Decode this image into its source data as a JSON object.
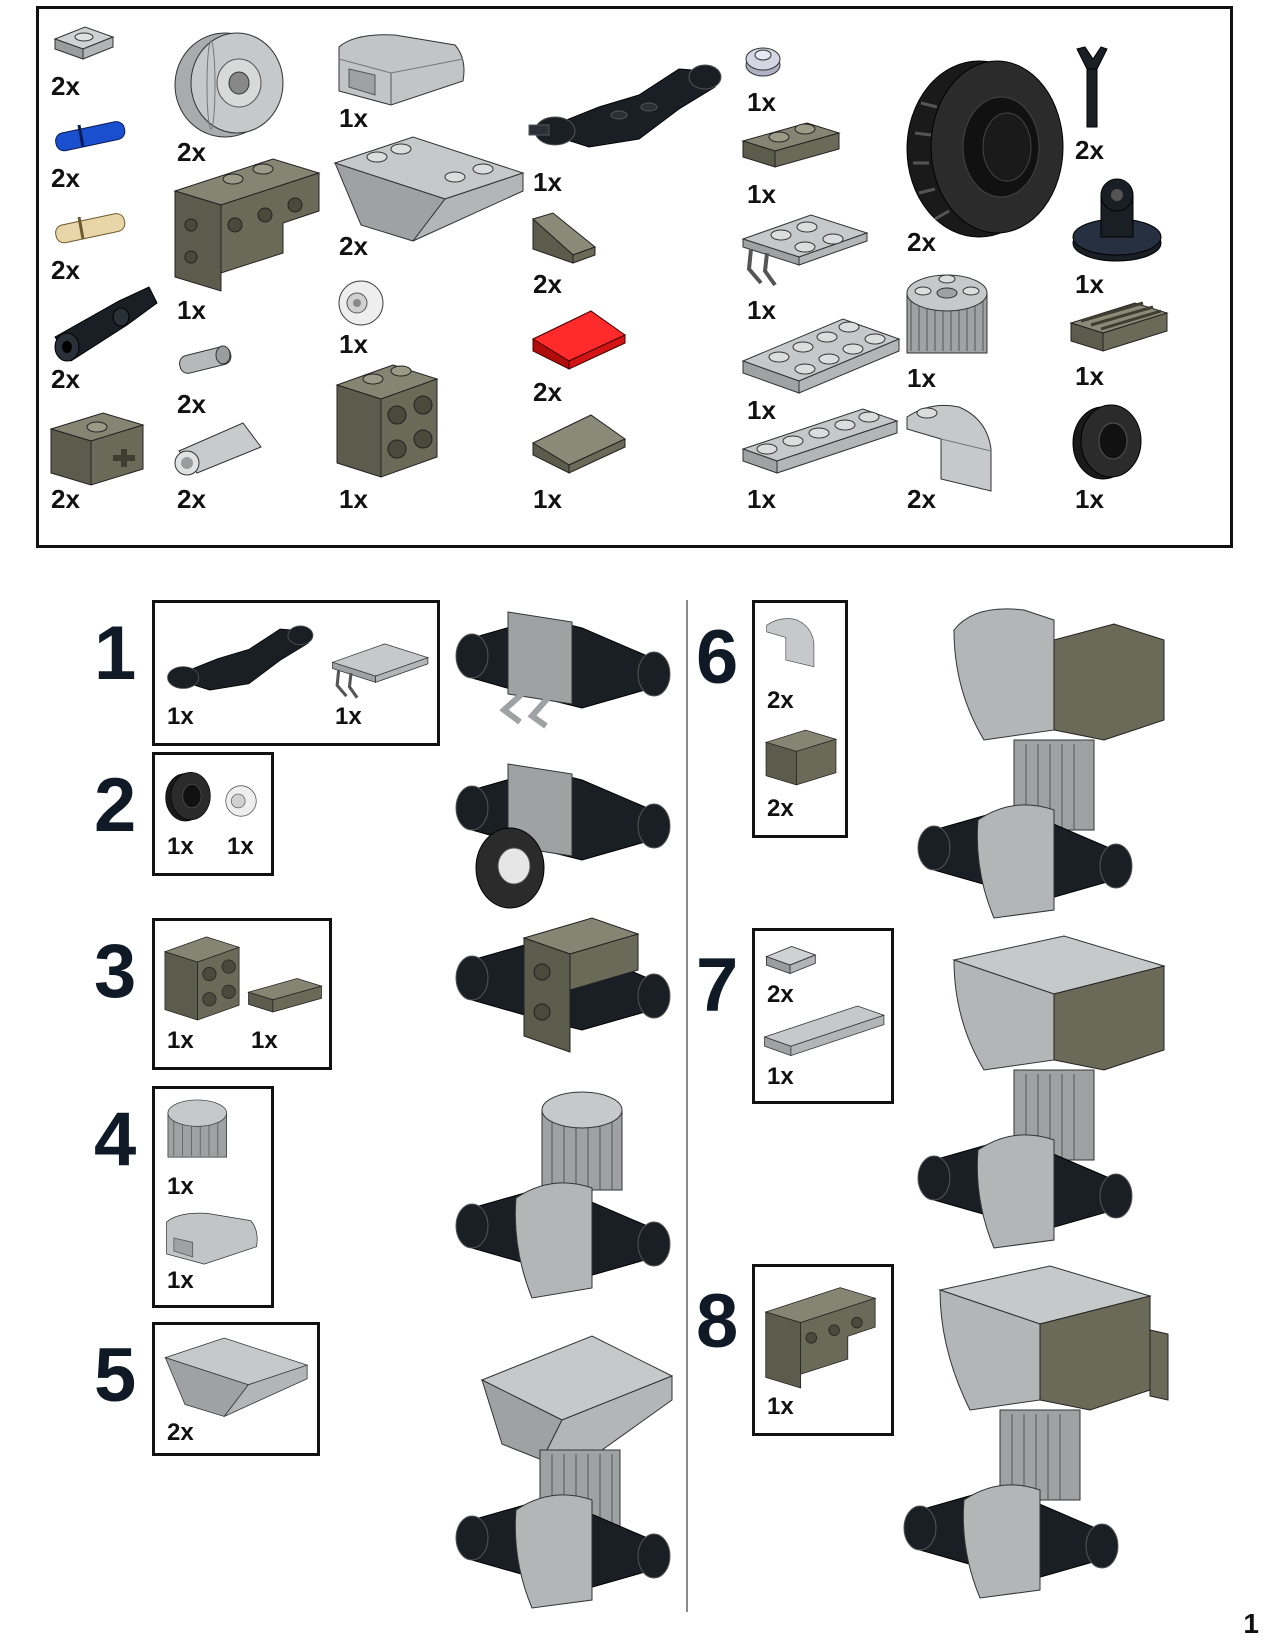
{
  "inventory": {
    "quantities": {
      "plate_1x1": "2x",
      "pin_blue": "2x",
      "pin_tan": "2x",
      "technic_angle": "2x",
      "brick_axle": "2x",
      "wheel_rim": "2x",
      "bracket_brick": "1x",
      "pin_small": "2x",
      "pin_connector": "2x",
      "curved_slope": "1x",
      "inverted_slope": "2x",
      "wheel_small": "1x",
      "bracket_plate": "1x",
      "axle_holder": "1x",
      "slope_dark": "2x",
      "slope_red": "2x",
      "slope_dark2": "1x",
      "round_plate": "1x",
      "plate_1x2": "1x",
      "plate_clip": "1x",
      "plate_2x4": "1x",
      "plate_1x6": "1x",
      "tire_large": "2x",
      "gear_cylinder": "1x",
      "curved_brick": "2x",
      "antenna": "2x",
      "turntable": "1x",
      "grille": "1x",
      "tire_small": "1x"
    }
  },
  "steps": [
    {
      "number": "1",
      "parts": [
        "1x",
        "1x"
      ]
    },
    {
      "number": "2",
      "parts": [
        "1x",
        "1x"
      ]
    },
    {
      "number": "3",
      "parts": [
        "1x",
        "1x"
      ]
    },
    {
      "number": "4",
      "parts": [
        "1x",
        "1x"
      ]
    },
    {
      "number": "5",
      "parts": [
        "2x"
      ]
    },
    {
      "number": "6",
      "parts": [
        "2x",
        "2x"
      ]
    },
    {
      "number": "7",
      "parts": [
        "2x",
        "1x"
      ]
    },
    {
      "number": "8",
      "parts": [
        "1x"
      ]
    }
  ],
  "page_number": "1",
  "colors": {
    "light_gray": "#b9bcbc",
    "dark_tan": "#6b6a58",
    "black": "#1a1f26",
    "blue": "#1a4fd0",
    "tan": "#e8d6a8",
    "red": "#e01010"
  }
}
